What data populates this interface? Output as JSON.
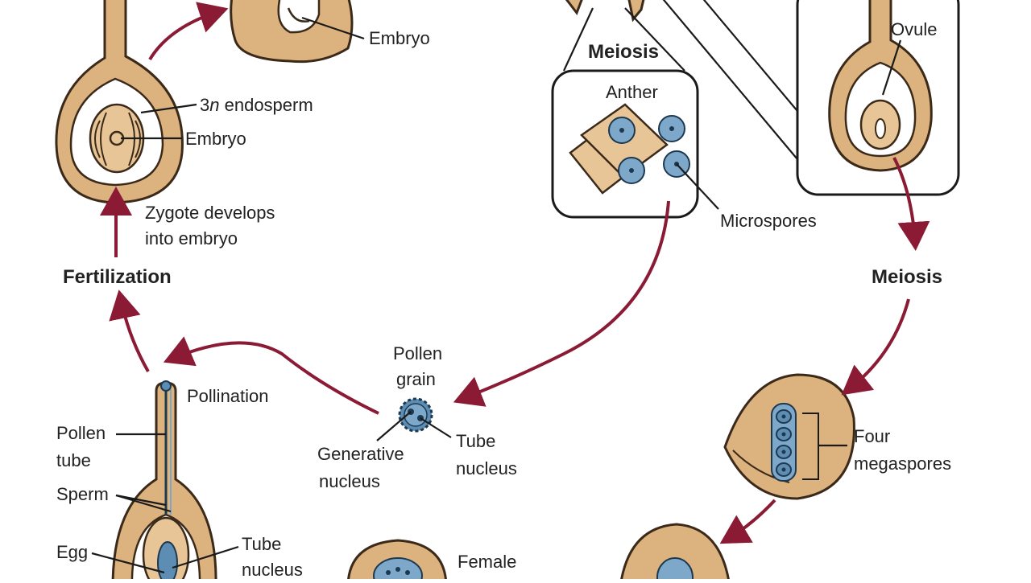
{
  "labels": {
    "embryo_top": "Embryo",
    "meiosis_top": "Meiosis",
    "ovule": "Ovule",
    "endosperm_pre": "3",
    "endosperm_n": "n",
    "endosperm_post": " endosperm",
    "embryo_mid": "Embryo",
    "anther": "Anther",
    "zygote_1": "Zygote develops",
    "zygote_2": "into embryo",
    "microspores": "Microspores",
    "fertilization": "Fertilization",
    "meiosis_right": "Meiosis",
    "pollen_grain_1": "Pollen",
    "pollen_grain_2": "grain",
    "pollination": "Pollination",
    "tube_nucleus_1": "Tube",
    "tube_nucleus_2": "nucleus",
    "generative_1": "Generative",
    "generative_2": "nucleus",
    "pollen_tube_1": "Pollen",
    "pollen_tube_2": "tube",
    "four_megaspores_1": "Four",
    "four_megaspores_2": "megaspores",
    "sperm": "Sperm",
    "egg": "Egg",
    "tube_nucleus_b1": "Tube",
    "tube_nucleus_b2": "nucleus",
    "female": "Female"
  },
  "colors": {
    "tissue": "#dcb27e",
    "cell": "#5e8db4",
    "cycle_arrow": "#8b1a35",
    "outline": "#3b2a1a"
  }
}
